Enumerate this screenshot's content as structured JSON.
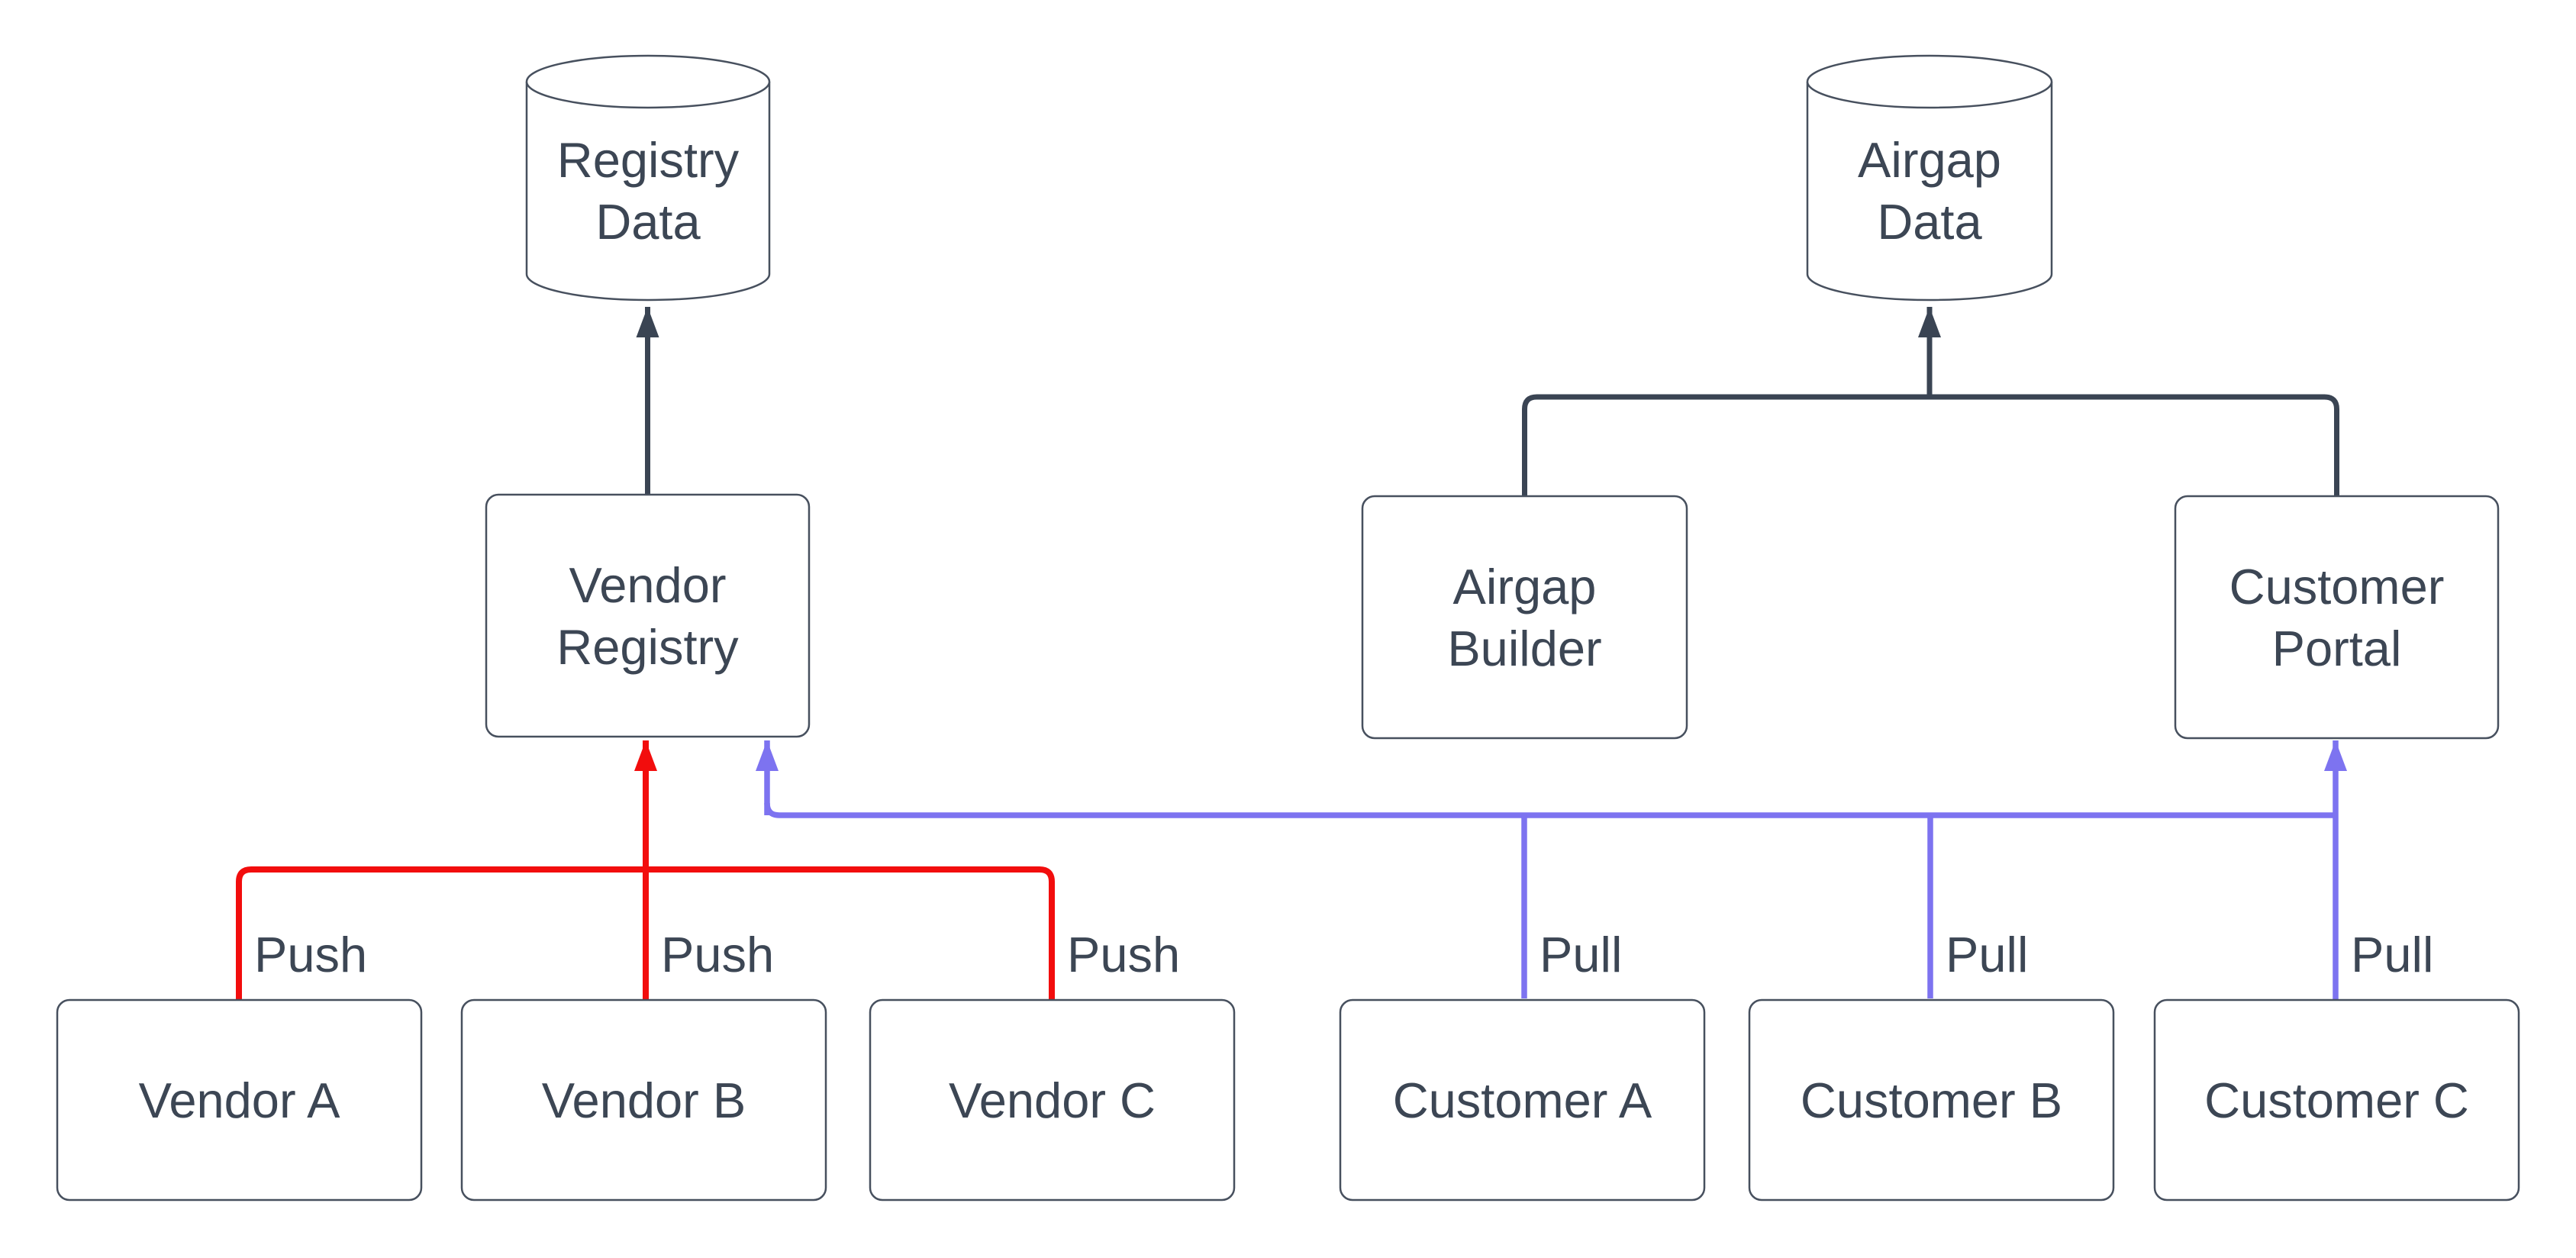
{
  "colors": {
    "bg": "#ffffff",
    "text": "#3c4654",
    "node_border": "#47505e",
    "node_fill": "#ffffff",
    "edge_dark": "#3a4453",
    "edge_push": "#f20d0d",
    "edge_pull": "#7d73f0"
  },
  "datastores": [
    {
      "id": "registry-data",
      "label": "Registry\nData"
    },
    {
      "id": "airgap-data",
      "label": "Airgap\nData"
    }
  ],
  "processes": [
    {
      "id": "vendor-registry",
      "label": "Vendor\nRegistry"
    },
    {
      "id": "airgap-builder",
      "label": "Airgap\nBuilder"
    },
    {
      "id": "customer-portal",
      "label": "Customer\nPortal"
    }
  ],
  "actors": [
    {
      "id": "vendor-a",
      "label": "Vendor A"
    },
    {
      "id": "vendor-b",
      "label": "Vendor B"
    },
    {
      "id": "vendor-c",
      "label": "Vendor C"
    },
    {
      "id": "customer-a",
      "label": "Customer A"
    },
    {
      "id": "customer-b",
      "label": "Customer B"
    },
    {
      "id": "customer-c",
      "label": "Customer C"
    }
  ],
  "edge_labels": [
    {
      "id": "push-vendor-a",
      "label": "Push"
    },
    {
      "id": "push-vendor-b",
      "label": "Push"
    },
    {
      "id": "push-vendor-c",
      "label": "Push"
    },
    {
      "id": "pull-customer-a",
      "label": "Pull"
    },
    {
      "id": "pull-customer-b",
      "label": "Pull"
    },
    {
      "id": "pull-customer-c",
      "label": "Pull"
    }
  ]
}
